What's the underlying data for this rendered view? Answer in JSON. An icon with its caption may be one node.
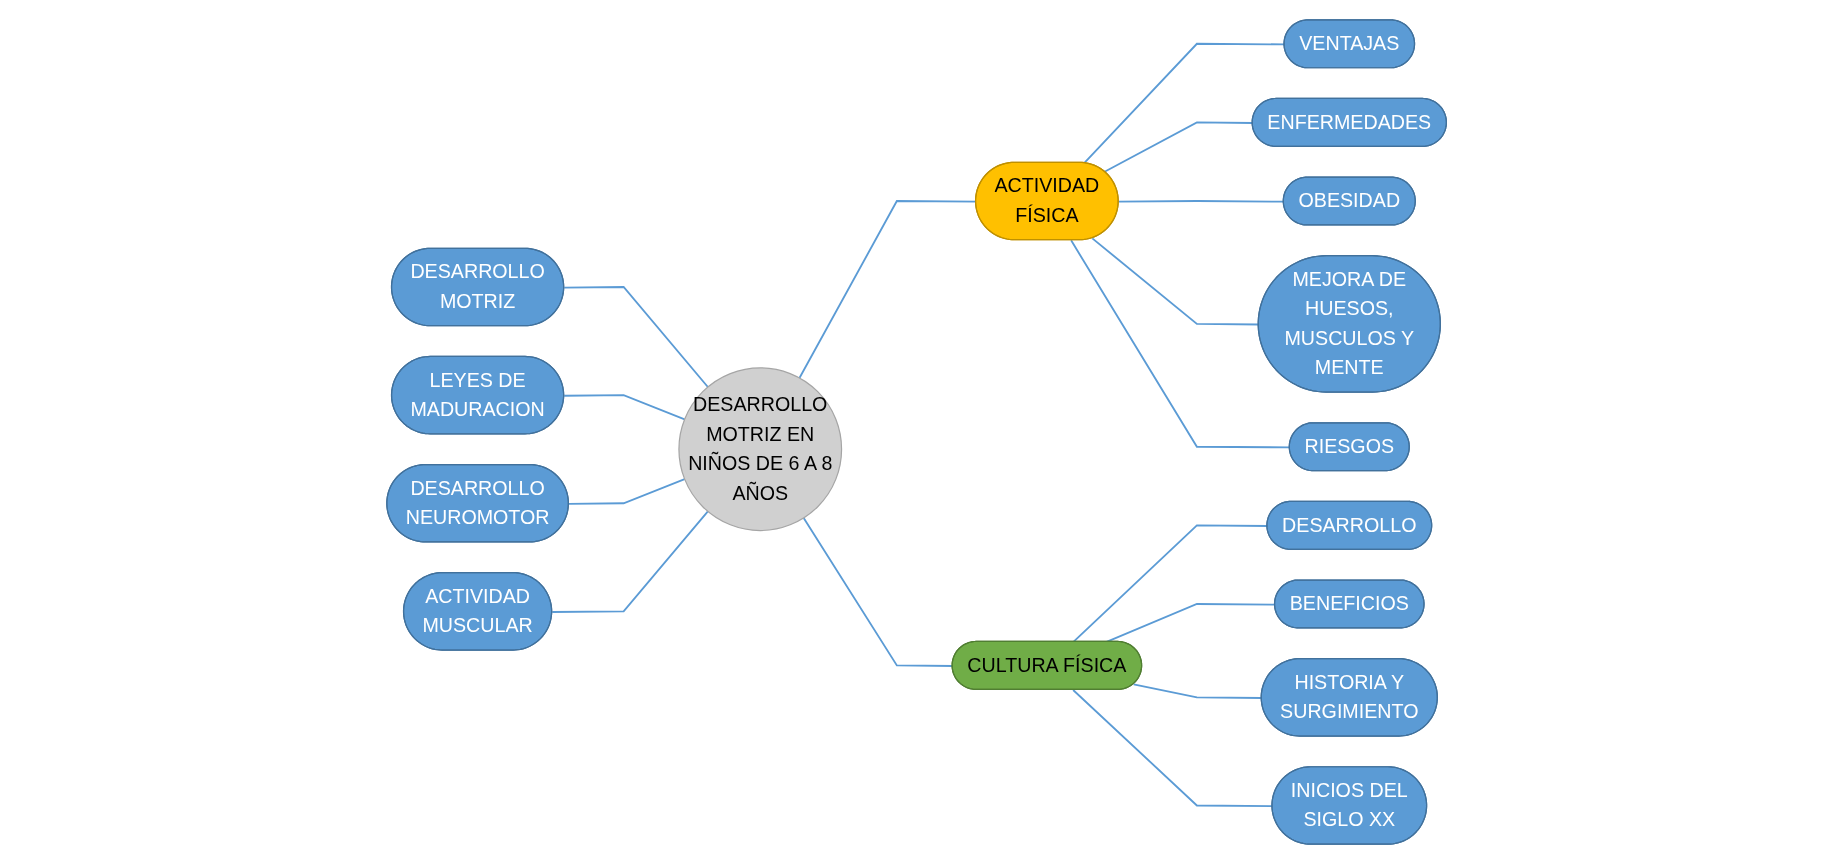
{
  "diagram": {
    "nodes": [
      {
        "text": [
          "DESARROLLO MOTRIZ EN NIÑOS DE 6 A 8 AÑOS"
        ]
      },
      {
        "text": [
          "DESARROLLO MOTRIZ"
        ]
      },
      {
        "text": [
          "LEYES DE MADURACION"
        ]
      },
      {
        "text": [
          "DESARROLLO NEUROMOTOR"
        ]
      },
      {
        "text": [
          "ACTIVIDAD MUSCULAR"
        ]
      },
      {
        "text": [
          "ACTIVIDAD FÍSICA"
        ]
      },
      {
        "text": [
          "VENTAJAS"
        ]
      },
      {
        "text": [
          "ENFERMEDADES"
        ]
      },
      {
        "text": [
          "OBESIDAD"
        ]
      },
      {
        "text": [
          "MEJORA DE HUESOS, MUSCULOS Y MENTE"
        ]
      },
      {
        "text": [
          "RIESGOS"
        ]
      },
      {
        "text": [
          "CULTURA FÍSICA"
        ]
      },
      {
        "text": [
          "DESARROLLO"
        ]
      },
      {
        "text": [
          "BENEFICIOS"
        ]
      },
      {
        "text": [
          "HISTORIA Y SURGIMIENTO"
        ]
      },
      {
        "text": [
          "INICIOS DEL SIGLO XX"
        ]
      }
    ],
    "edges": [
      {
        "from": 1,
        "to": 0,
        "arrow": "none"
      },
      {
        "from": 2,
        "to": 0,
        "arrow": "none"
      },
      {
        "from": 3,
        "to": 0,
        "arrow": "none"
      },
      {
        "from": 4,
        "to": 0,
        "arrow": "none"
      },
      {
        "from": 0,
        "to": 5,
        "arrow": "none"
      },
      {
        "from": 0,
        "to": 11,
        "arrow": "none"
      },
      {
        "from": 5,
        "to": 6,
        "arrow": "none"
      },
      {
        "from": 5,
        "to": 7,
        "arrow": "none"
      },
      {
        "from": 5,
        "to": 8,
        "arrow": "none"
      },
      {
        "from": 5,
        "to": 9,
        "arrow": "none"
      },
      {
        "from": 5,
        "to": 10,
        "arrow": "none"
      },
      {
        "from": 11,
        "to": 12,
        "arrow": "none"
      },
      {
        "from": 11,
        "to": 13,
        "arrow": "none"
      },
      {
        "from": 11,
        "to": 14,
        "arrow": "none"
      },
      {
        "from": 11,
        "to": 15,
        "arrow": "none"
      }
    ]
  }
}
